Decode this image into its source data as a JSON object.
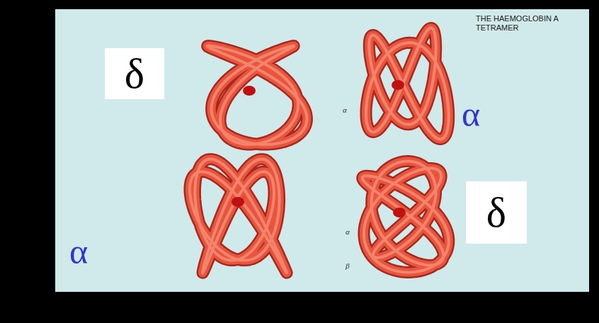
{
  "diagram": {
    "title": "THE HAEMOGLOBIN A TETRAMER",
    "nodes": [
      {
        "text": [
          "δ"
        ]
      },
      {
        "text": [
          "δ"
        ]
      }
    ],
    "labels": [
      "α",
      "α",
      "α",
      "α",
      "β"
    ]
  }
}
